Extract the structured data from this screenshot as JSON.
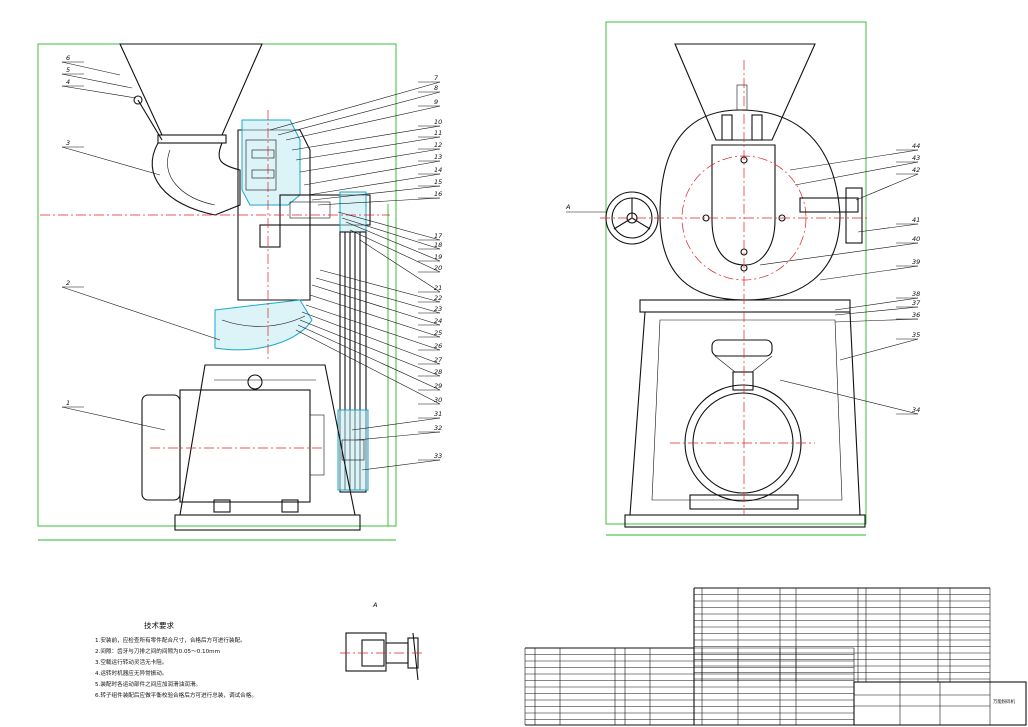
{
  "left_view": {
    "part_numbers": [
      "6",
      "5",
      "4",
      "3",
      "2",
      "1",
      "7",
      "8",
      "9",
      "10",
      "11",
      "12",
      "13",
      "14",
      "15",
      "16",
      "17",
      "18",
      "19",
      "20",
      "21",
      "22",
      "23",
      "24",
      "25",
      "26",
      "27",
      "28",
      "29",
      "30",
      "31",
      "32",
      "33"
    ]
  },
  "right_view": {
    "part_numbers": [
      "44",
      "43",
      "42",
      "41",
      "40",
      "39",
      "38",
      "37",
      "36",
      "35",
      "34"
    ],
    "section_marker": "A"
  },
  "detail_view": {
    "label": "A"
  },
  "technical_requirements": {
    "title": "技术要求",
    "lines": [
      "1.安装前，应检查所有零件配合尺寸，合格后方可进行装配。",
      "2.间隙：齿牙与刀排之间的间隙为0.05～0.10mm",
      "3.空载运行转动灵活无卡阻。",
      "4.运转时机器应无异常振动。",
      "5.装配时各运动部件之间应加润滑油润滑。",
      "6.转子组件装配后应做平衡校验合格后方可进行总装，调试合格。"
    ]
  },
  "title_block": {
    "drawing_title": "万能粉碎机"
  },
  "colors": {
    "outline": "#111111",
    "centerline": "#d22222",
    "dimension": "#2ab82a",
    "section_fill": "#1aa9c7"
  }
}
